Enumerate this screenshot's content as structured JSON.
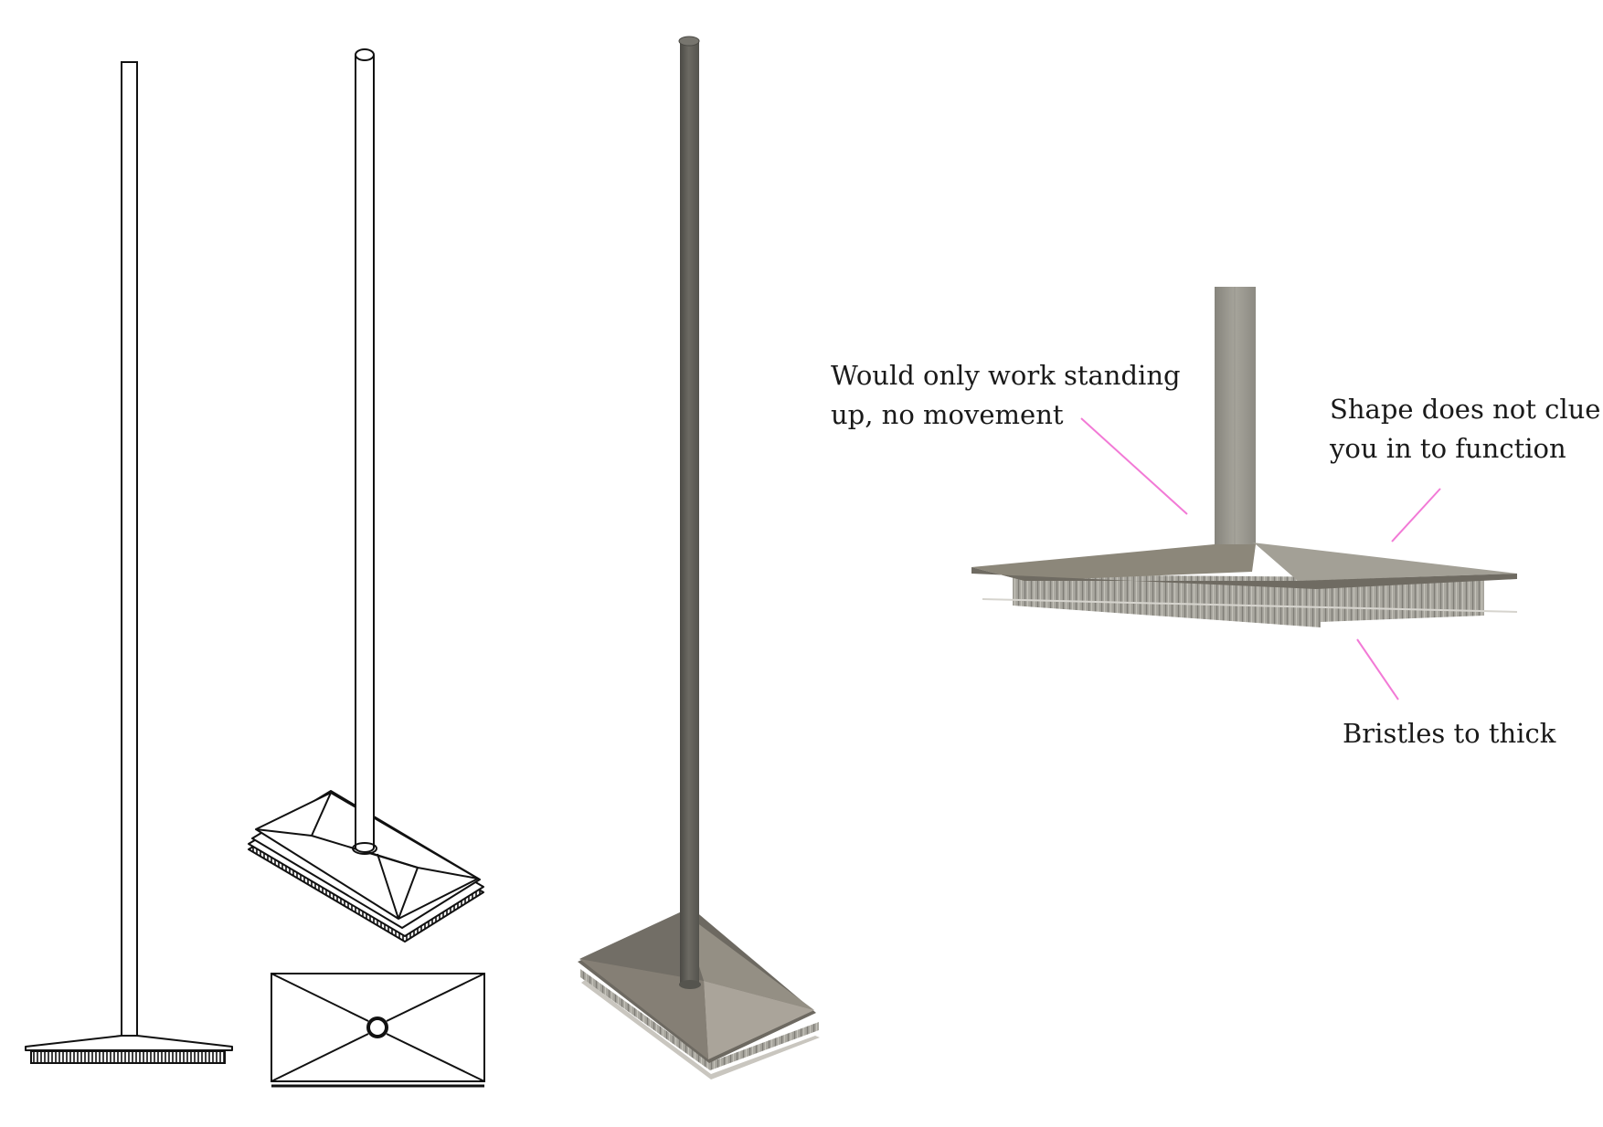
{
  "annotations": [
    {
      "id": "standing",
      "lines": [
        "Would only work standing",
        "up, no movement"
      ]
    },
    {
      "id": "shape",
      "lines": [
        "Shape does not clue",
        "you in to function"
      ]
    },
    {
      "id": "bristles",
      "lines": [
        "Bristles to thick"
      ]
    }
  ],
  "colors": {
    "line_art": "#111111",
    "render_dark": "#5f5e58",
    "render_mid": "#8f8b80",
    "render_light": "#b1ada2",
    "leader": "#f27ad6"
  }
}
